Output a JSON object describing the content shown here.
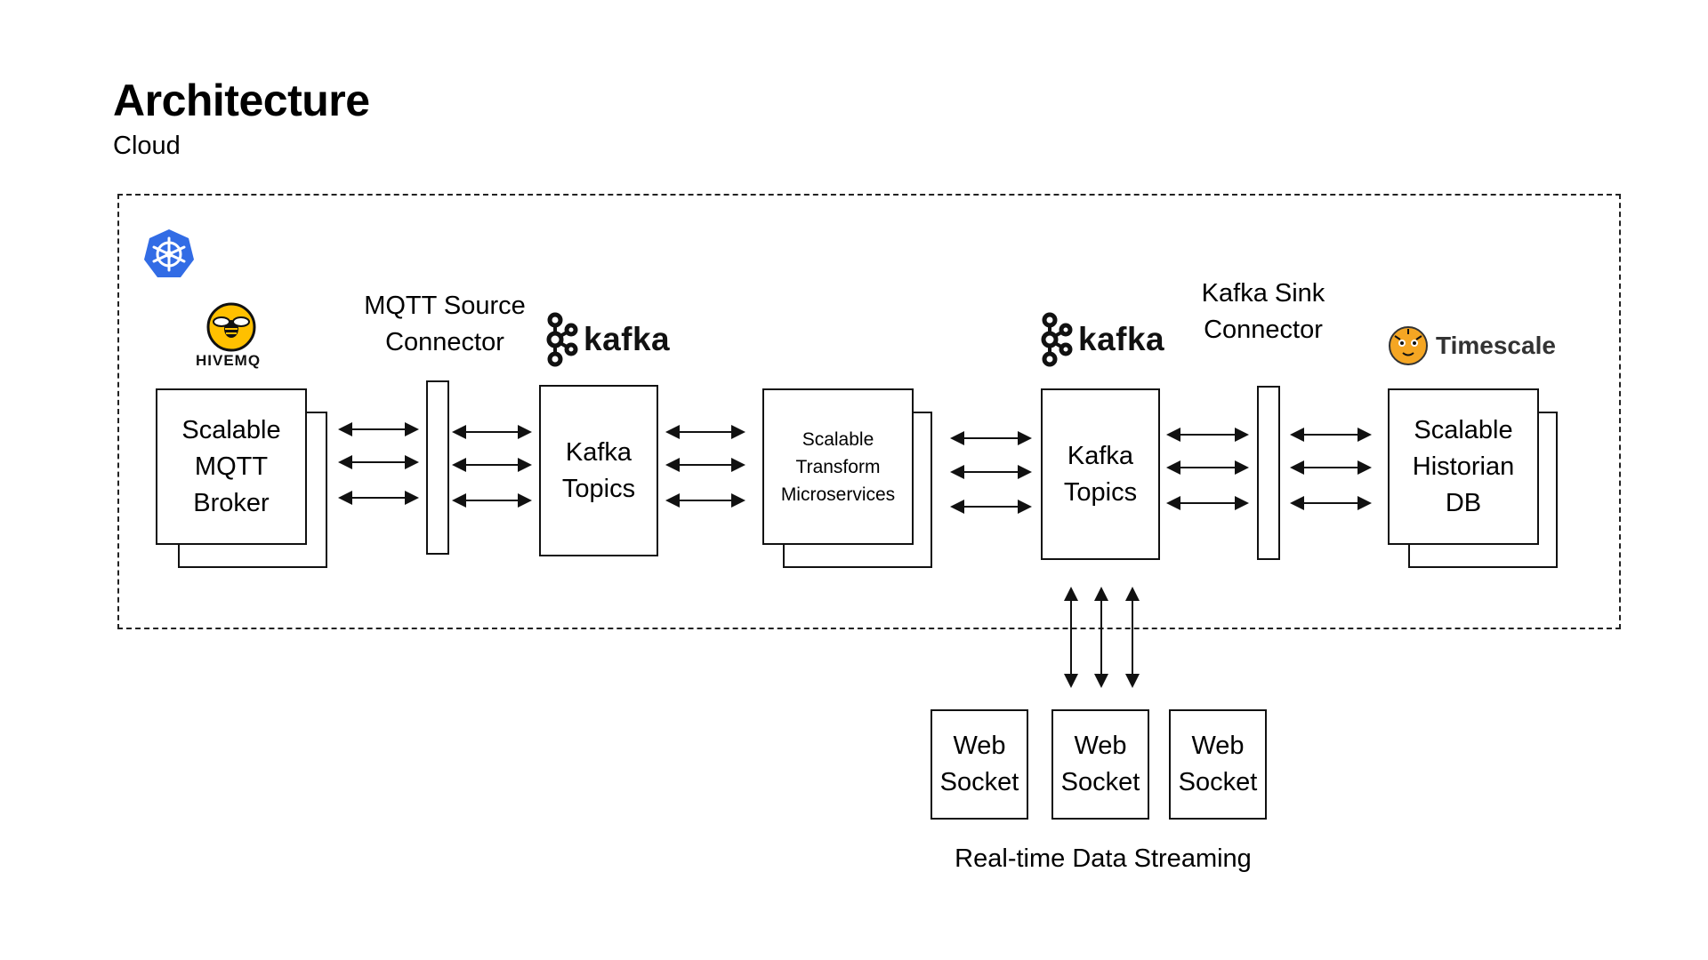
{
  "header": {
    "title": "Architecture",
    "subtitle": "Cloud"
  },
  "logos": {
    "kubernetes_color": "#326CE5",
    "hivemq_text": "HIVEMQ",
    "hivemq_color": "#FFC000",
    "kafka_text": "kafka",
    "timescale_text": "Timescale",
    "timescale_color": "#F5A623"
  },
  "labels": {
    "mqtt_source_connector": "MQTT Source\nConnector",
    "kafka_sink_connector": "Kafka Sink\nConnector",
    "realtime": "Real-time Data Streaming"
  },
  "boxes": {
    "mqtt_broker": "Scalable\nMQTT\nBroker",
    "kafka_topics_1": "Kafka\nTopics",
    "transform": "Scalable\nTransform\nMicroservices",
    "kafka_topics_2": "Kafka\nTopics",
    "historian": "Scalable\nHistorian\nDB",
    "websocket_1": "Web\nSocket",
    "websocket_2": "Web\nSocket",
    "websocket_3": "Web\nSocket"
  }
}
